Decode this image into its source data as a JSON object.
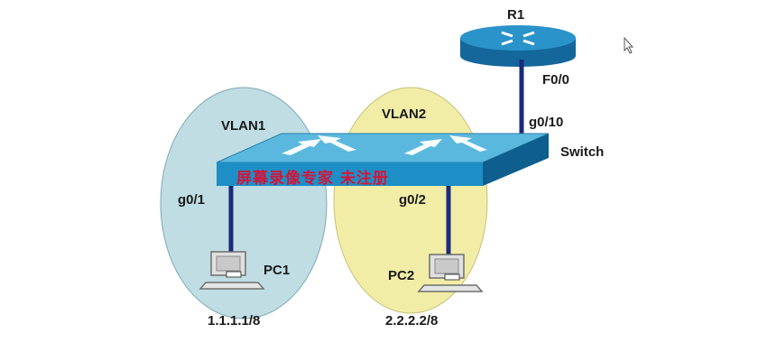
{
  "diagram": {
    "router": {
      "name": "R1",
      "port": "F0/0"
    },
    "switch": {
      "name": "Switch",
      "uplink_port": "g0/10"
    },
    "vlans": [
      {
        "name": "VLAN1",
        "color": "#bfdde3"
      },
      {
        "name": "VLAN2",
        "color": "#f2eda6"
      }
    ],
    "hosts": [
      {
        "name": "PC1",
        "port": "g0/1",
        "ip": "1.1.1.1/8"
      },
      {
        "name": "PC2",
        "port": "g0/2",
        "ip": "2.2.2.2/8"
      }
    ],
    "watermark": "屏幕录像专家  未注册"
  },
  "colors": {
    "switch_front": "#1d8fc6",
    "switch_top": "#59b7de",
    "router": "#1e8cc4",
    "link": "#1b2a7a"
  },
  "icons": [
    "router-icon",
    "switch-icon",
    "pc-icon",
    "mouse-cursor-icon"
  ]
}
